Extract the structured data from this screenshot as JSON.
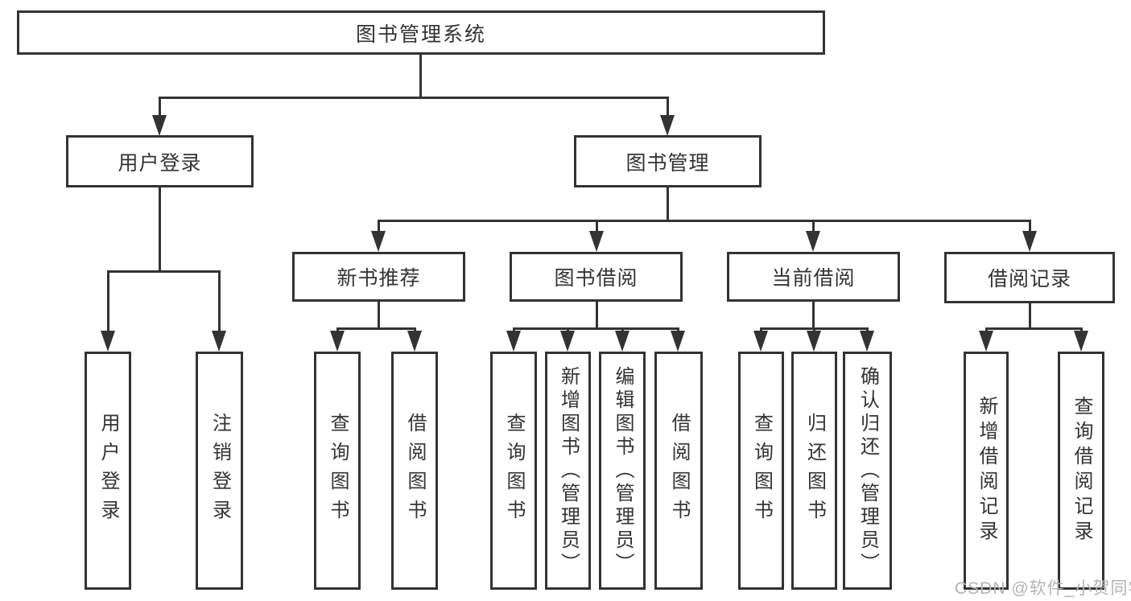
{
  "colors": {
    "line": "#333333",
    "text": "#333333",
    "watermark": "#b3b3b3",
    "background": "#ffffff"
  },
  "watermark": "CSDN @软件_小贺同学",
  "diagram": {
    "root": {
      "label": "图书管理系统"
    },
    "level2": [
      {
        "label": "用户登录"
      },
      {
        "label": "图书管理"
      }
    ],
    "level3": [
      {
        "label": "新书推荐",
        "parent": "图书管理"
      },
      {
        "label": "图书借阅",
        "parent": "图书管理"
      },
      {
        "label": "当前借阅",
        "parent": "图书管理"
      },
      {
        "label": "借阅记录",
        "parent": "图书管理"
      }
    ],
    "leaves": [
      {
        "label": "用户登录",
        "parent": "用户登录"
      },
      {
        "label": "注销登录",
        "parent": "用户登录"
      },
      {
        "label": "查询图书",
        "parent": "新书推荐"
      },
      {
        "label": "借阅图书",
        "parent": "新书推荐"
      },
      {
        "label": "查询图书",
        "parent": "图书借阅"
      },
      {
        "label": "新增图书（管理员）",
        "parent": "图书借阅"
      },
      {
        "label": "编辑图书（管理员）",
        "parent": "图书借阅"
      },
      {
        "label": "借阅图书",
        "parent": "图书借阅"
      },
      {
        "label": "查询图书",
        "parent": "当前借阅"
      },
      {
        "label": "归还图书",
        "parent": "当前借阅"
      },
      {
        "label": "确认归还（管理员）",
        "parent": "当前借阅"
      },
      {
        "label": "新增借阅记录",
        "parent": "借阅记录"
      },
      {
        "label": "查询借阅记录",
        "parent": "借阅记录"
      }
    ]
  }
}
